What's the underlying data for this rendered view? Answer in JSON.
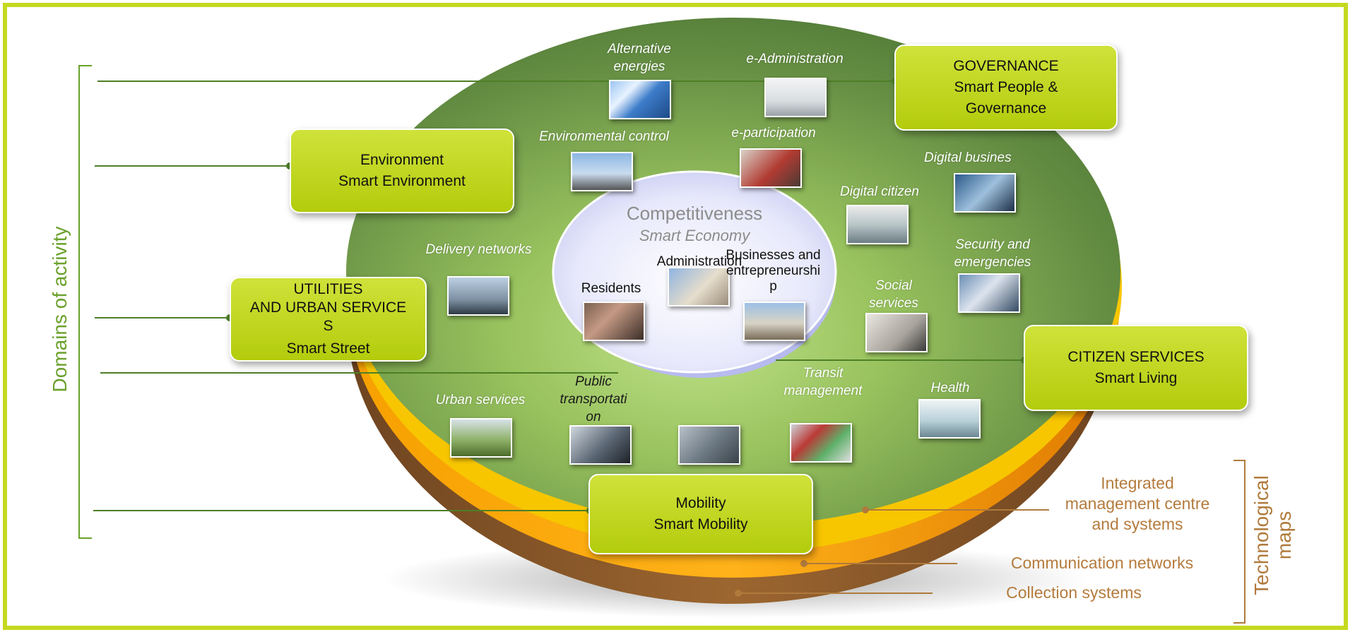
{
  "axis_left": "Domains of activity",
  "axis_right": "Technological\nmaps",
  "core": {
    "title": "Competitiveness",
    "subtitle": "Smart Economy",
    "residents": "Residents",
    "administration": "Administration",
    "businesses": "Businesses and\nentrepreneurshi\np"
  },
  "domains": {
    "governance": {
      "title": "GOVERNANCE",
      "subtitle": "Smart People &\nGovernance"
    },
    "environment": {
      "title": "Environment",
      "subtitle": "Smart Environment"
    },
    "utilities": {
      "title": "UTILITIES\nAND URBAN SERVICE\nS",
      "subtitle": "Smart Street"
    },
    "citizen": {
      "title": "CITIZEN SERVICES",
      "subtitle": "Smart Living"
    },
    "mobility": {
      "title": "Mobility",
      "subtitle": "Smart Mobility"
    }
  },
  "areas": {
    "alternative_energies": "Alternative\nenergies",
    "e_administration": "e-Administration",
    "environmental_control": "Environmental control",
    "e_participation": "e-participation",
    "digital_business": "Digital busines",
    "digital_citizen": "Digital citizen",
    "security": "Security and\nemergencies",
    "delivery_networks": "Delivery networks",
    "social_services": "Social\nservices",
    "transit": "Transit\nmanagement",
    "health": "Health",
    "urban_services": "Urban services",
    "public_transport": "Public\ntransportati\non"
  },
  "tech_layers": {
    "integrated": "Integrated\nmanagement centre\nand systems",
    "communication": "Communication networks",
    "collection": "Collection systems"
  },
  "colors": {
    "frame": "#c5d920",
    "domain_box": "#bcd21a",
    "layer_collection": "#8a5a2a",
    "layer_communication": "#f08a00",
    "layer_integrated": "#f7c600",
    "disc_green": "#5e8a3c",
    "core_lavender": "#cfd2f5",
    "bracket_left": "#6aa12b",
    "bracket_right": "#b07a3c"
  }
}
